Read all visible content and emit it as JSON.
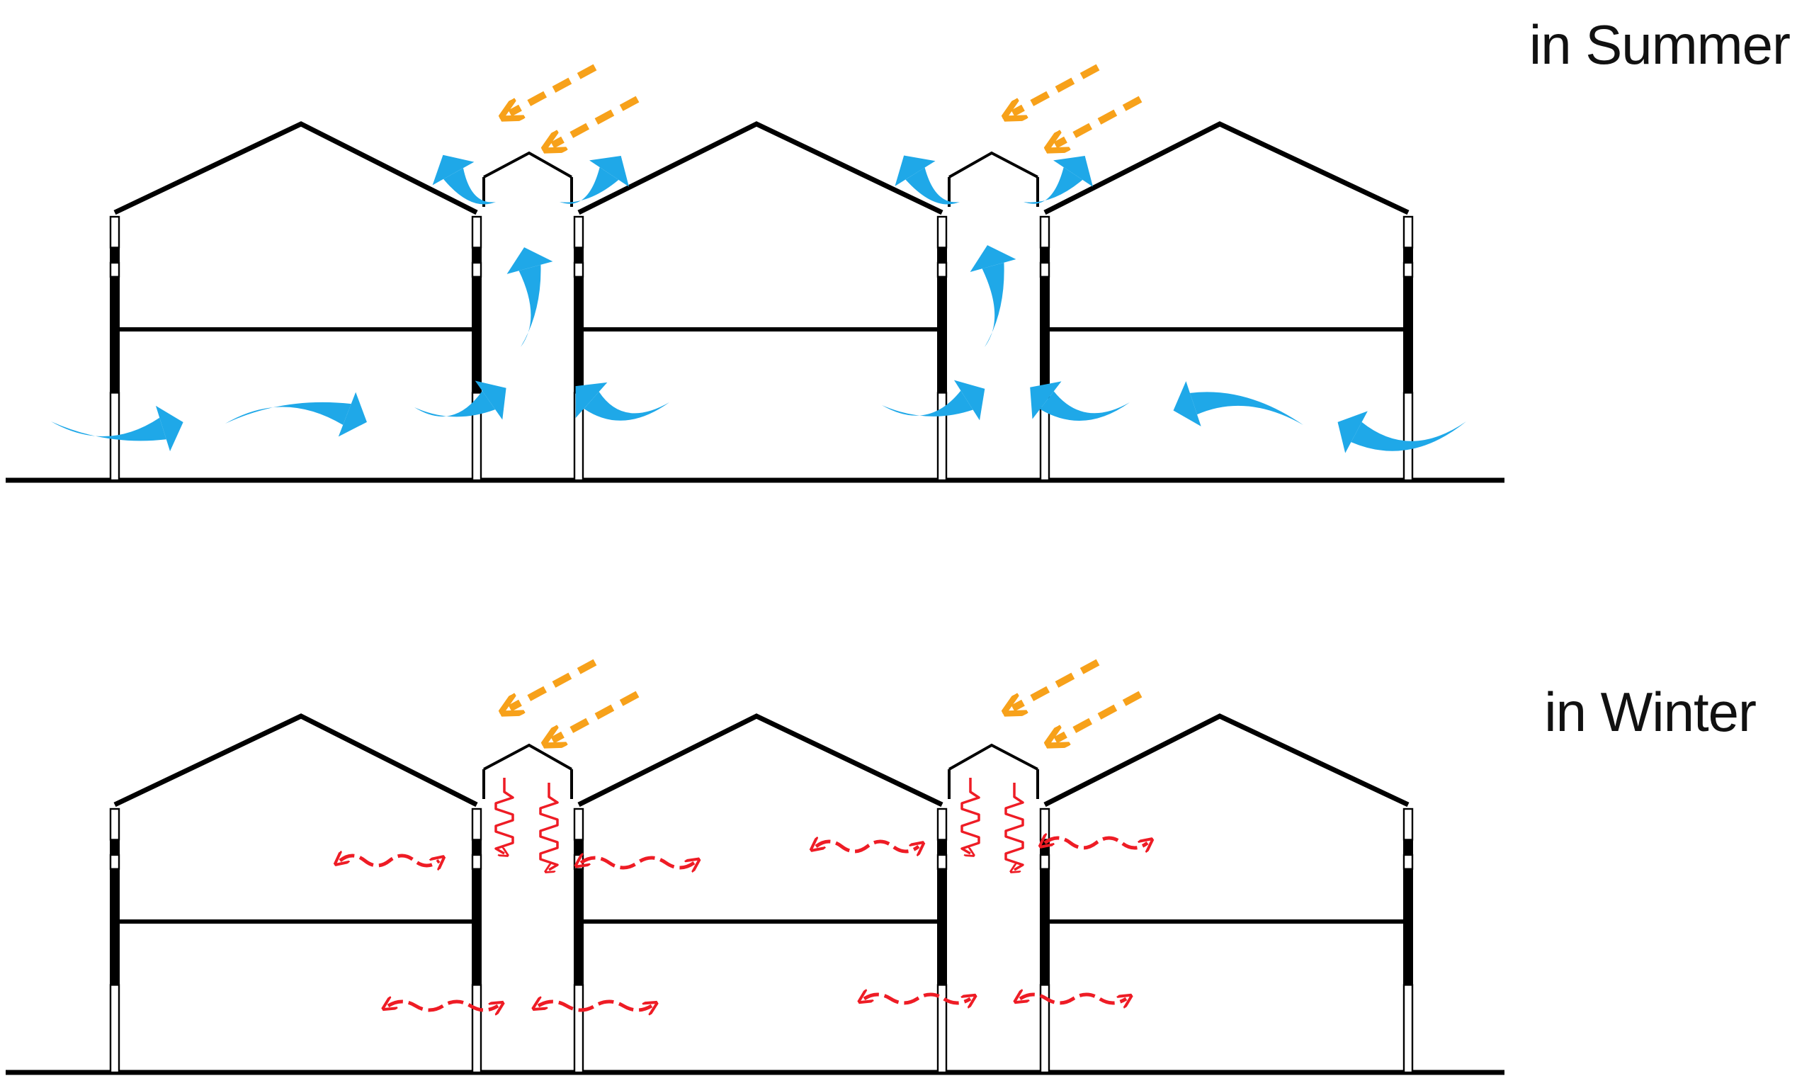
{
  "panels": [
    {
      "label": "in Summer",
      "mode": "summer"
    },
    {
      "label": "in Winter",
      "mode": "winter"
    }
  ],
  "colors": {
    "structure": "#000000",
    "sunlight": "#F7A11A",
    "air_flow": "#1FA8E8",
    "heat_radiation": "#EE1C25",
    "background": "#FFFFFF"
  },
  "icons": {
    "sunlight": "dashed-arrow-icon",
    "air_flow": "curved-arrow-icon",
    "heat_radiation": "wavy-arrow-icon",
    "heat_absorption": "zigzag-arrow-icon"
  }
}
